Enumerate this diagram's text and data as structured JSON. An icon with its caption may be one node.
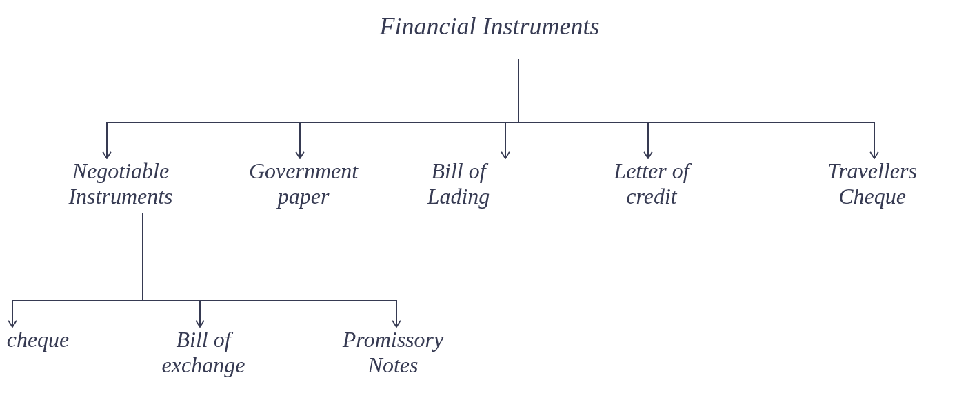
{
  "diagram": {
    "nodes": [
      {
        "text": [
          "Financial Instruments"
        ]
      },
      {
        "text": [
          "Negotiable Instruments"
        ]
      },
      {
        "text": [
          "Government paper"
        ]
      },
      {
        "text": [
          "Bill of Lading"
        ]
      },
      {
        "text": [
          "Letter of credit"
        ]
      },
      {
        "text": [
          "Travellers Cheque"
        ]
      },
      {
        "text": [
          "cheque"
        ]
      },
      {
        "text": [
          "Bill of exchange"
        ]
      },
      {
        "text": [
          "Promissory Notes"
        ]
      }
    ],
    "edges": [
      {
        "from": 0,
        "to": 1,
        "arrow": "to"
      },
      {
        "from": 0,
        "to": 2,
        "arrow": "to"
      },
      {
        "from": 0,
        "to": 3,
        "arrow": "to"
      },
      {
        "from": 0,
        "to": 4,
        "arrow": "to"
      },
      {
        "from": 0,
        "to": 5,
        "arrow": "to"
      },
      {
        "from": 1,
        "to": 6,
        "arrow": "to"
      },
      {
        "from": 1,
        "to": 7,
        "arrow": "to"
      },
      {
        "from": 1,
        "to": 8,
        "arrow": "to"
      }
    ]
  }
}
